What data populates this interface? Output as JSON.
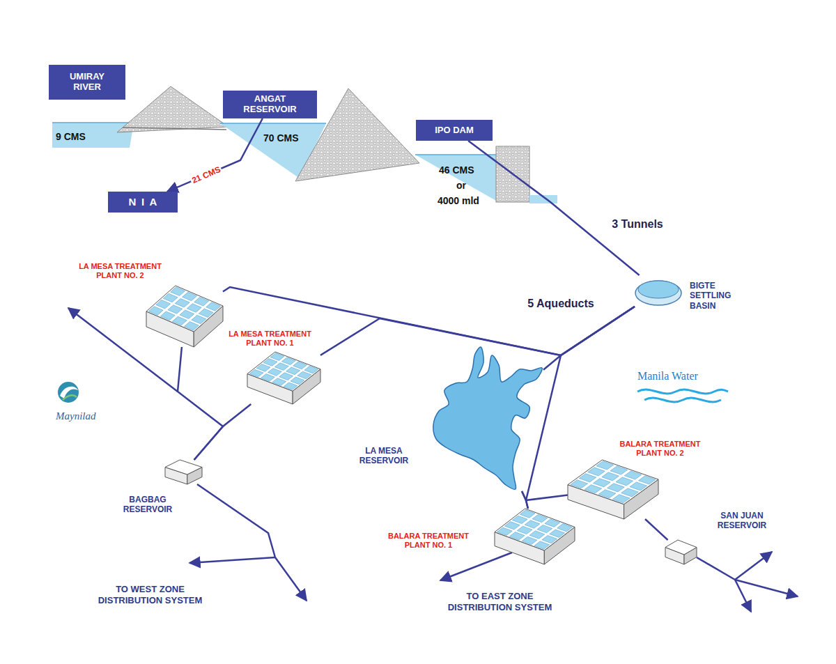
{
  "diagram": {
    "nodes": [
      {
        "text": [
          "UMIRAY RIVER"
        ]
      },
      {
        "text": [
          "ANGAT RESERVOIR"
        ]
      },
      {
        "text": [
          "IPO DAM"
        ]
      },
      {
        "text": [
          "NIA"
        ]
      },
      {
        "text": [
          "BIGTE SETTLING BASIN"
        ]
      },
      {
        "text": [
          "LA MESA TREATMENT PLANT NO. 2"
        ]
      },
      {
        "text": [
          "LA MESA TREATMENT PLANT NO. 1"
        ]
      },
      {
        "text": [
          "LA MESA RESERVOIR"
        ]
      },
      {
        "text": [
          "BAGBAG RESERVOIR"
        ]
      },
      {
        "text": [
          "BALARA TREATMENT PLANT NO. 2"
        ]
      },
      {
        "text": [
          "SAN JUAN RESERVOIR"
        ]
      },
      {
        "text": [
          "BALARA TREATMENT PLANT NO. 1"
        ]
      }
    ],
    "edges": [
      {
        "from": 1,
        "to": 3,
        "label": "21 CMS",
        "arrow": "to"
      },
      {
        "from": 2,
        "to": 4,
        "label": "3 Tunnels",
        "arrow": "none"
      },
      {
        "from": 4,
        "to": 7,
        "label": "5 Aqueducts",
        "arrow": "none"
      },
      {
        "from": 4,
        "to": 5,
        "arrow": "none"
      },
      {
        "from": 4,
        "to": 6,
        "arrow": "none"
      },
      {
        "from": 4,
        "to": 11,
        "arrow": "none"
      },
      {
        "from": 7,
        "to": 9,
        "arrow": "none"
      },
      {
        "from": 7,
        "to": 11,
        "arrow": "none"
      },
      {
        "from": 5,
        "to": 8,
        "arrow": "none"
      },
      {
        "from": 6,
        "to": 8,
        "arrow": "none"
      },
      {
        "from": 9,
        "to": 10,
        "arrow": "none"
      }
    ],
    "labels": [
      "9 CMS",
      "70 CMS",
      "46 CMS",
      "or",
      "4000 mld",
      "Maynilad",
      "Manila Water",
      "TO WEST ZONE DISTRIBUTION SYSTEM",
      "TO EAST ZONE DISTRIBUTION SYSTEM"
    ]
  }
}
